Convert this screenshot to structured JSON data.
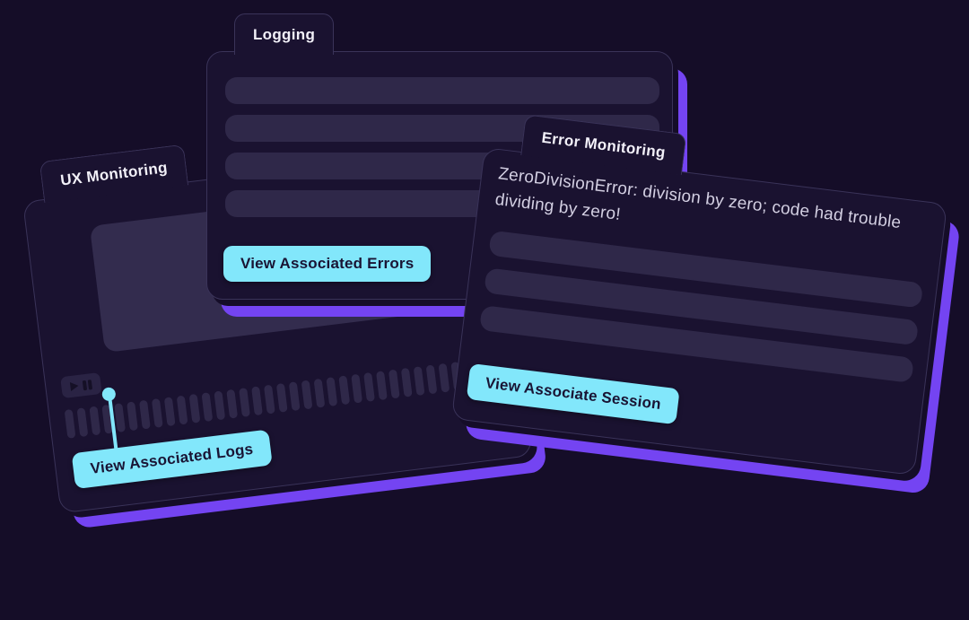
{
  "theme": {
    "background": "#150d28",
    "card_bg": "#1a1230",
    "card_border": "#3a3359",
    "skeleton": "#2f2849",
    "accent_purple": "#7444f2",
    "accent_cyan": "#82e7fb",
    "button_text": "#191434",
    "tab_text": "#f2f0f8",
    "body_text": "#d3cfe2"
  },
  "cards": {
    "logging": {
      "title": "Logging",
      "skeleton_rows": 4,
      "button_label": "View Associated Errors"
    },
    "ux_monitoring": {
      "title": "UX Monitoring",
      "player_icons": [
        "play-icon",
        "pause-icon"
      ],
      "timeline_ticks": 33,
      "button_label": "View Associated Logs"
    },
    "error_monitoring": {
      "title": "Error Monitoring",
      "message": "ZeroDivisionError: division by zero; code had trouble dividing by zero!",
      "skeleton_rows": 3,
      "button_label": "View Associate Session"
    }
  }
}
